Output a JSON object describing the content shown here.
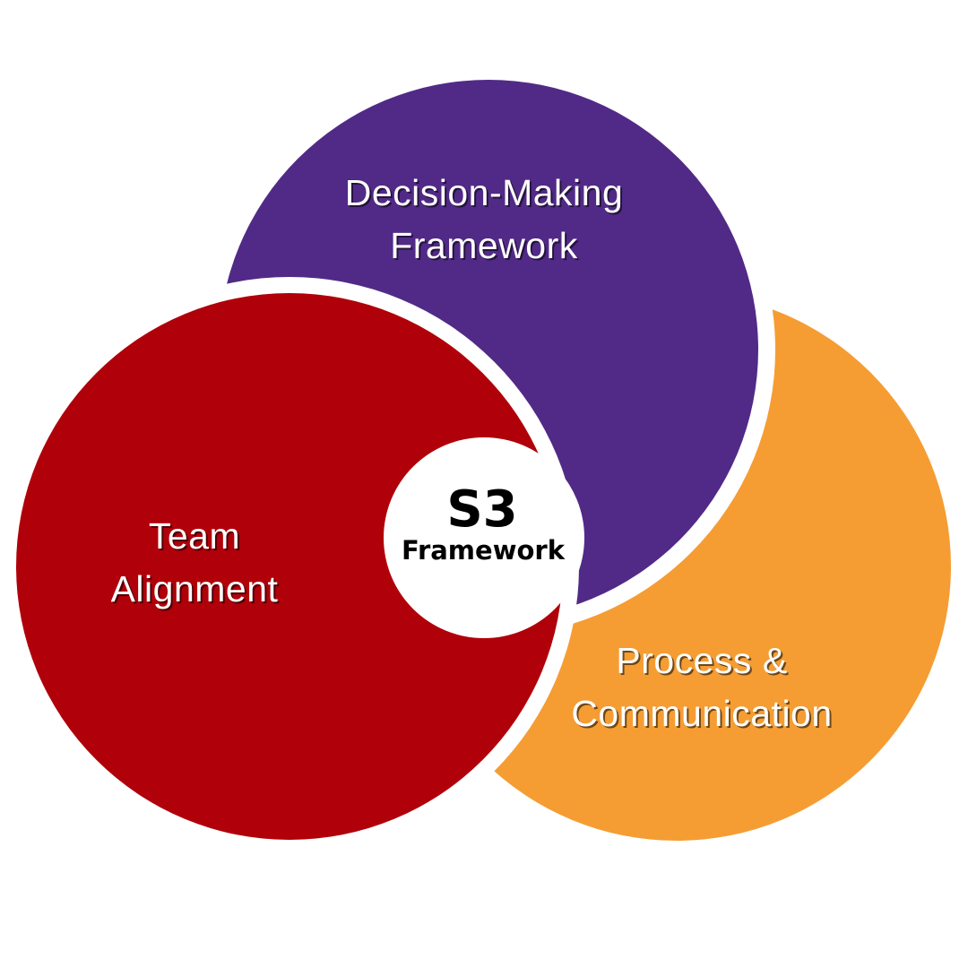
{
  "colors": {
    "decision": "#512a87",
    "team": "#b0000a",
    "process": "#f59d33",
    "gap": "#ffffff",
    "center_text": "#000000"
  },
  "circles": {
    "decision": {
      "lines": [
        "Decision-Making",
        "Framework"
      ]
    },
    "team": {
      "lines": [
        "Team",
        "Alignment"
      ]
    },
    "process": {
      "lines": [
        "Process &",
        "Communication"
      ]
    }
  },
  "center": {
    "title": "S3",
    "subtitle": "Framework"
  }
}
